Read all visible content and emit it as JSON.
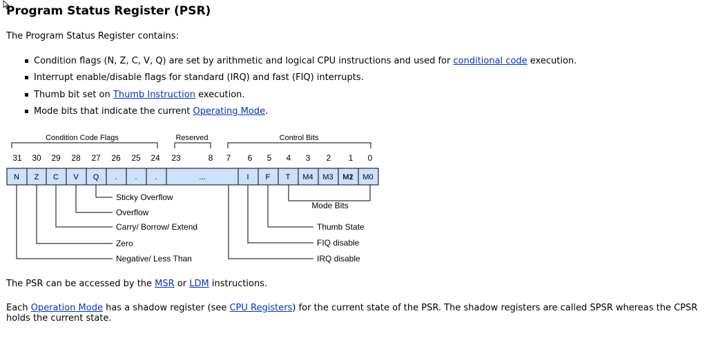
{
  "title": "Program Status Register (PSR)",
  "intro": "The Program Status Register contains:",
  "bullets": [
    {
      "before": "Condition flags (N, Z, C, V, Q) are set  by arithmetic and logical CPU instructions and used for ",
      "link": "conditional code",
      "after": " execution."
    },
    {
      "before": "Interrupt enable/disable flags for standard (IRQ) and fast (FIQ) interrupts.",
      "link": "",
      "after": ""
    },
    {
      "before": "Thumb bit set on ",
      "link": "Thumb Instruction",
      "after": " execution."
    },
    {
      "before": "Mode bits that indicate the current ",
      "link": "Operating Mode",
      "after": "."
    }
  ],
  "diagram": {
    "group_labels": {
      "condition": "Condition Code Flags",
      "reserved": "Reserved",
      "control": "Control Bits"
    },
    "bit_numbers": [
      "31",
      "30",
      "29",
      "28",
      "27",
      "26",
      "25",
      "24",
      "23",
      "8",
      "7",
      "6",
      "5",
      "4",
      "3",
      "2",
      "1",
      "0"
    ],
    "cells": [
      "N",
      "Z",
      "C",
      "V",
      "Q",
      ".",
      ".",
      ".",
      "...",
      "I",
      "F",
      "T",
      "M4",
      "M3",
      "M2",
      "M1",
      "M0"
    ],
    "flag_labels": [
      "Sticky Overflow",
      "Overflow",
      "Carry/ Borrow/ Extend",
      "Zero",
      "Negative/ Less Than"
    ],
    "control_labels": [
      "Mode Bits",
      "Thumb State",
      "FIQ disable",
      "IRQ disable"
    ]
  },
  "para1": {
    "before": "The PSR can be accessed by the ",
    "link1": "MSR",
    "middle": " or ",
    "link2": "LDM",
    "after": " instructions."
  },
  "para2": {
    "before": "Each ",
    "link1": "Operation Mode",
    "middle": " has a shadow register (see ",
    "link2": "CPU Registers",
    "after": ") for the current state of the PSR. The shadow registers are called SPSR whereas the CPSR holds the current state."
  },
  "colors": {
    "link": "#0033cc",
    "cell_fill": "#cce0ff"
  }
}
